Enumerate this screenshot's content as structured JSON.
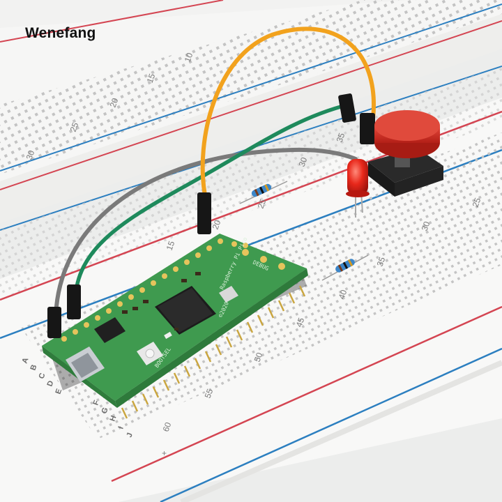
{
  "watermark": "Wenefang",
  "board_label_main": "Raspberry Pi Pico",
  "board_label_version": "©2020",
  "board_button_label": "BOOTSEL",
  "board_debug_label": "DEBUG",
  "breadcrumb_plus": "+",
  "front_row_numbers": [
    "15",
    "20",
    "25",
    "30",
    "35",
    "40",
    "45",
    "50",
    "55",
    "60"
  ],
  "back_row_numbers": [
    "10",
    "15",
    "20",
    "25",
    "30"
  ],
  "right_row_numbers": [
    "25",
    "30",
    "35"
  ],
  "row_letters": [
    "A",
    "B",
    "C",
    "D",
    "E",
    "F",
    "G",
    "H",
    "I",
    "J"
  ],
  "colors": {
    "breadboard": "#f7f7f6",
    "rail_red": "#d44552",
    "rail_blue": "#2c7fc0",
    "pcb_green": "#3f9a4f",
    "wire_orange": "#f2a21d",
    "wire_green": "#1e8a5c",
    "wire_gray": "#8a8a8a",
    "led_red": "#e0251c",
    "button_cap": "#cf2a1f"
  }
}
